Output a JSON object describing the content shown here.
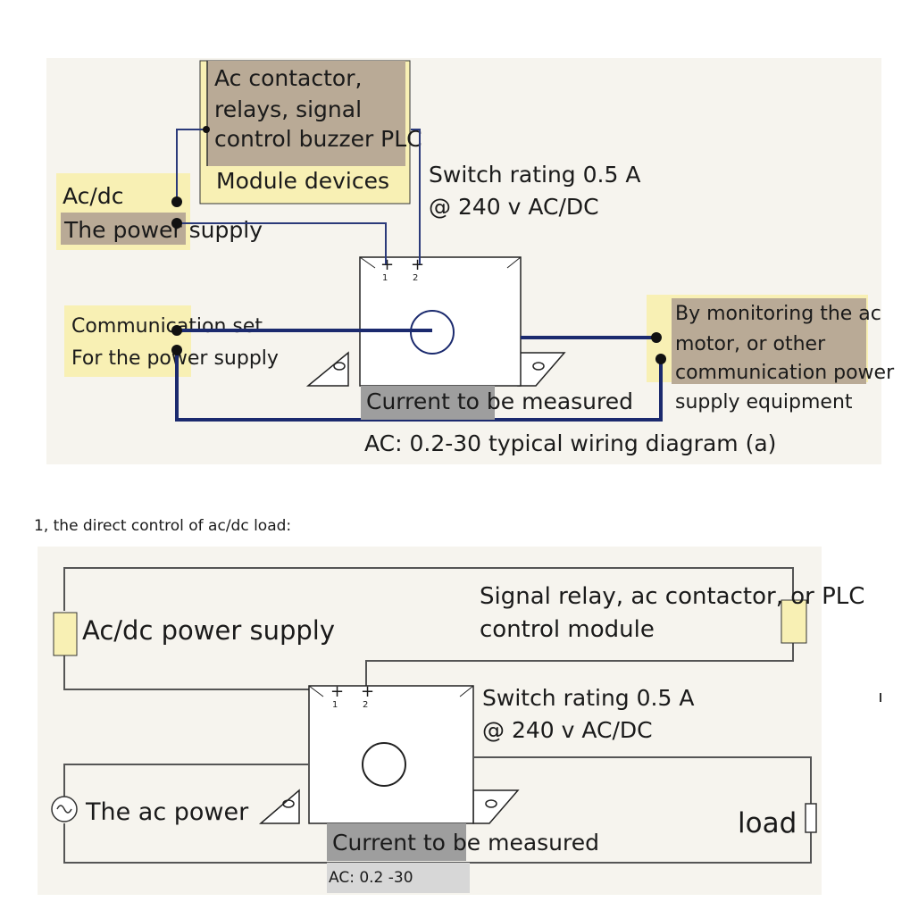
{
  "diagram_a": {
    "module_box": [
      "Ac contactor,",
      "relays, signal",
      "control buzzer PLC"
    ],
    "module_devices": "Module devices",
    "acdc_box": [
      "Ac/dc",
      "The power supply"
    ],
    "switch_rating": [
      "Switch rating 0.5 A",
      "@ 240 v AC/DC"
    ],
    "terminal_labels": [
      "1",
      "2"
    ],
    "comm_box": [
      "Communication set",
      "For the power supply"
    ],
    "monitor_box": [
      "By monitoring the ac",
      "motor, or other",
      "communication power",
      "supply equipment"
    ],
    "current_label": "Current to be measured",
    "caption": "AC: 0.2-30 typical wiring diagram (a)"
  },
  "section_heading": "1, the direct control of ac/dc load:",
  "diagram_b": {
    "acdc_label": "Ac/dc power supply",
    "relay_label": [
      "Signal relay, ac contactor, or PLC",
      "control module"
    ],
    "switch_rating": [
      "Switch rating 0.5 A",
      "@ 240 v AC/DC"
    ],
    "terminal_labels": [
      "1",
      "2"
    ],
    "ac_power_label": "The ac power",
    "load_label": "load",
    "current_label": "Current to be measured",
    "caption": "AC: 0.2 -30"
  },
  "colors": {
    "panel_bg": "#f6f4ee",
    "box_fill": "#f8f0b4",
    "label_fill": "#b9aa96",
    "wire": "#1b2a6e",
    "current_fill": "#9e9e9e"
  }
}
